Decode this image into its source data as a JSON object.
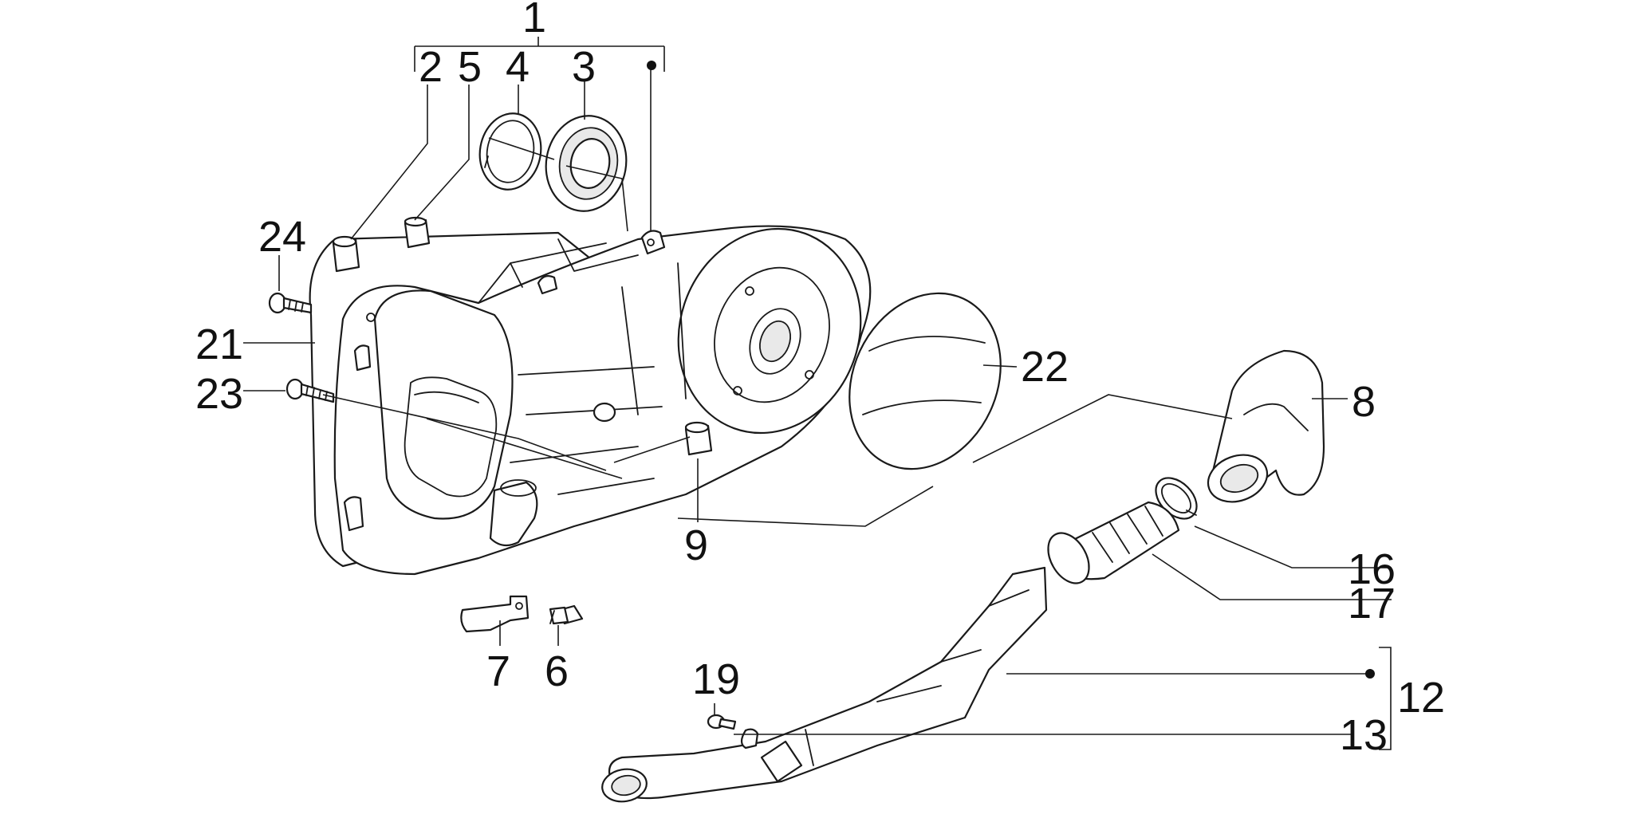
{
  "callouts": {
    "c1": "1",
    "c2": "2",
    "c3": "3",
    "c4": "4",
    "c5": "5",
    "c6": "6",
    "c7": "7",
    "c8": "8",
    "c9": "9",
    "c12": "12",
    "c13": "13",
    "c16": "16",
    "c17": "17",
    "c19": "19",
    "c21": "21",
    "c22": "22",
    "c23": "23",
    "c24": "24"
  },
  "colors": {
    "line": "#1a1a1a",
    "text": "#111111",
    "background": "#ffffff"
  }
}
